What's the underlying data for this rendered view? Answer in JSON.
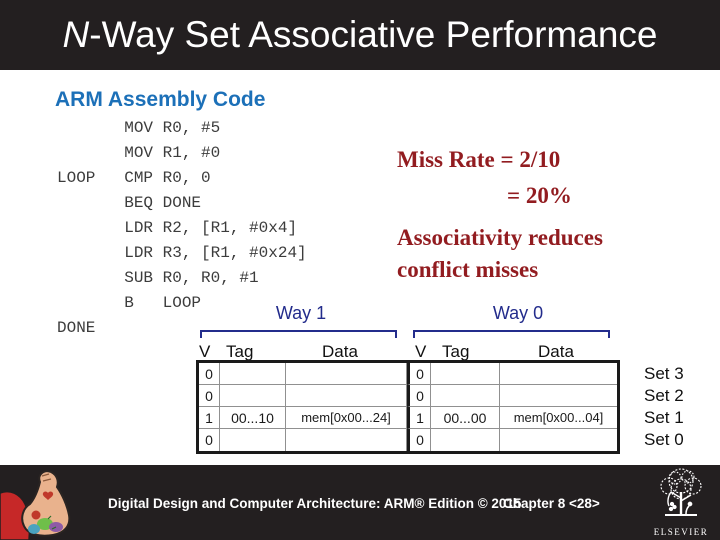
{
  "slide": {
    "title": {
      "italic": "N",
      "rest": "-Way Set Associative Performance"
    },
    "heading": "ARM Assembly Code",
    "code": "       MOV R0, #5\n       MOV R1, #0\nLOOP   CMP R0, 0\n       BEQ DONE\n       LDR R2, [R1, #0x4]\n       LDR R3, [R1, #0x24]\n       SUB R0, R0, #1\n       B   LOOP\nDONE",
    "notes": {
      "miss_rate_line1": "Miss Rate = 2/10",
      "miss_rate_line2": "= 20%",
      "assoc_line1": "Associativity reduces",
      "assoc_line2": "conflict misses"
    },
    "diagram": {
      "way1_label": "Way 1",
      "way0_label": "Way 0",
      "headers": {
        "v": "V",
        "tag": "Tag",
        "data": "Data"
      },
      "rows": [
        {
          "set": "Set 3",
          "way1": {
            "v": "0",
            "tag": "",
            "data": ""
          },
          "way0": {
            "v": "0",
            "tag": "",
            "data": ""
          }
        },
        {
          "set": "Set 2",
          "way1": {
            "v": "0",
            "tag": "",
            "data": ""
          },
          "way0": {
            "v": "0",
            "tag": "",
            "data": ""
          }
        },
        {
          "set": "Set 1",
          "way1": {
            "v": "1",
            "tag": "00...10",
            "data": "mem[0x00...24]"
          },
          "way0": {
            "v": "1",
            "tag": "00...00",
            "data": "mem[0x00...04]"
          }
        },
        {
          "set": "Set 0",
          "way1": {
            "v": "0",
            "tag": "",
            "data": ""
          },
          "way0": {
            "v": "0",
            "tag": "",
            "data": ""
          }
        }
      ]
    },
    "footer": {
      "text": "Digital Design and Computer Architecture: ARM® Edition © 2015",
      "chapter": "Chapter 8 <28>",
      "logo_text": "ELSEVIER"
    },
    "colors": {
      "bar": "#231F20",
      "heading_blue": "#1C70B8",
      "note_red": "#921C20",
      "diagram_navy": "#232C8C",
      "code_gray": "#3C3C3C"
    }
  }
}
